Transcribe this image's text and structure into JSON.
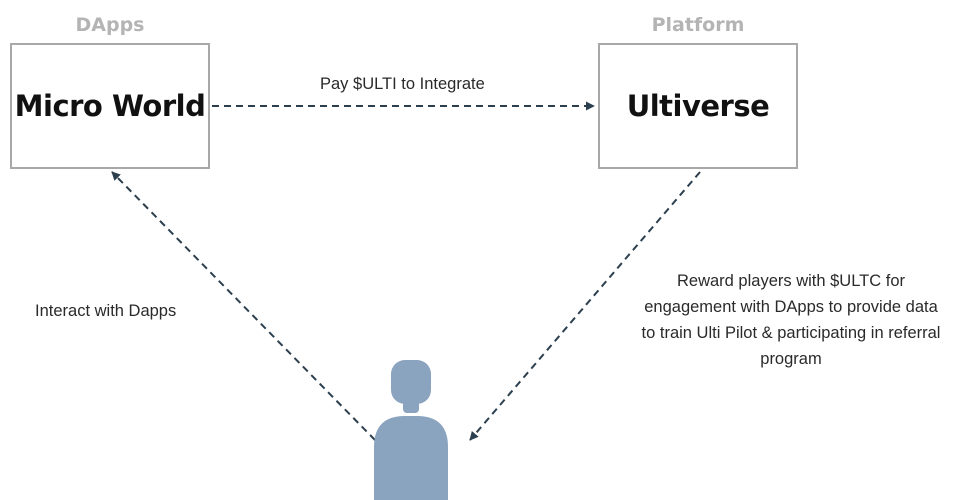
{
  "diagram": {
    "dapps_caption": "DApps",
    "platform_caption": "Platform",
    "left_box": {
      "title": "Micro World"
    },
    "right_box": {
      "title": "Ultiverse"
    },
    "edges": {
      "integrate": "Pay $ULTI to Integrate",
      "interact": "Interact with Dapps",
      "reward_lines": [
        "Reward players with $ULTC for",
        "engagement with DApps to provide data",
        "to train Ulti Pilot & participating in referral",
        "program"
      ]
    },
    "colors": {
      "box_border": "#a8a8a8",
      "caption": "#b4b4b4",
      "arrow": "#2b3f4f",
      "user_icon": "#8aa3bf"
    },
    "icons": {
      "user": "user-icon"
    }
  }
}
